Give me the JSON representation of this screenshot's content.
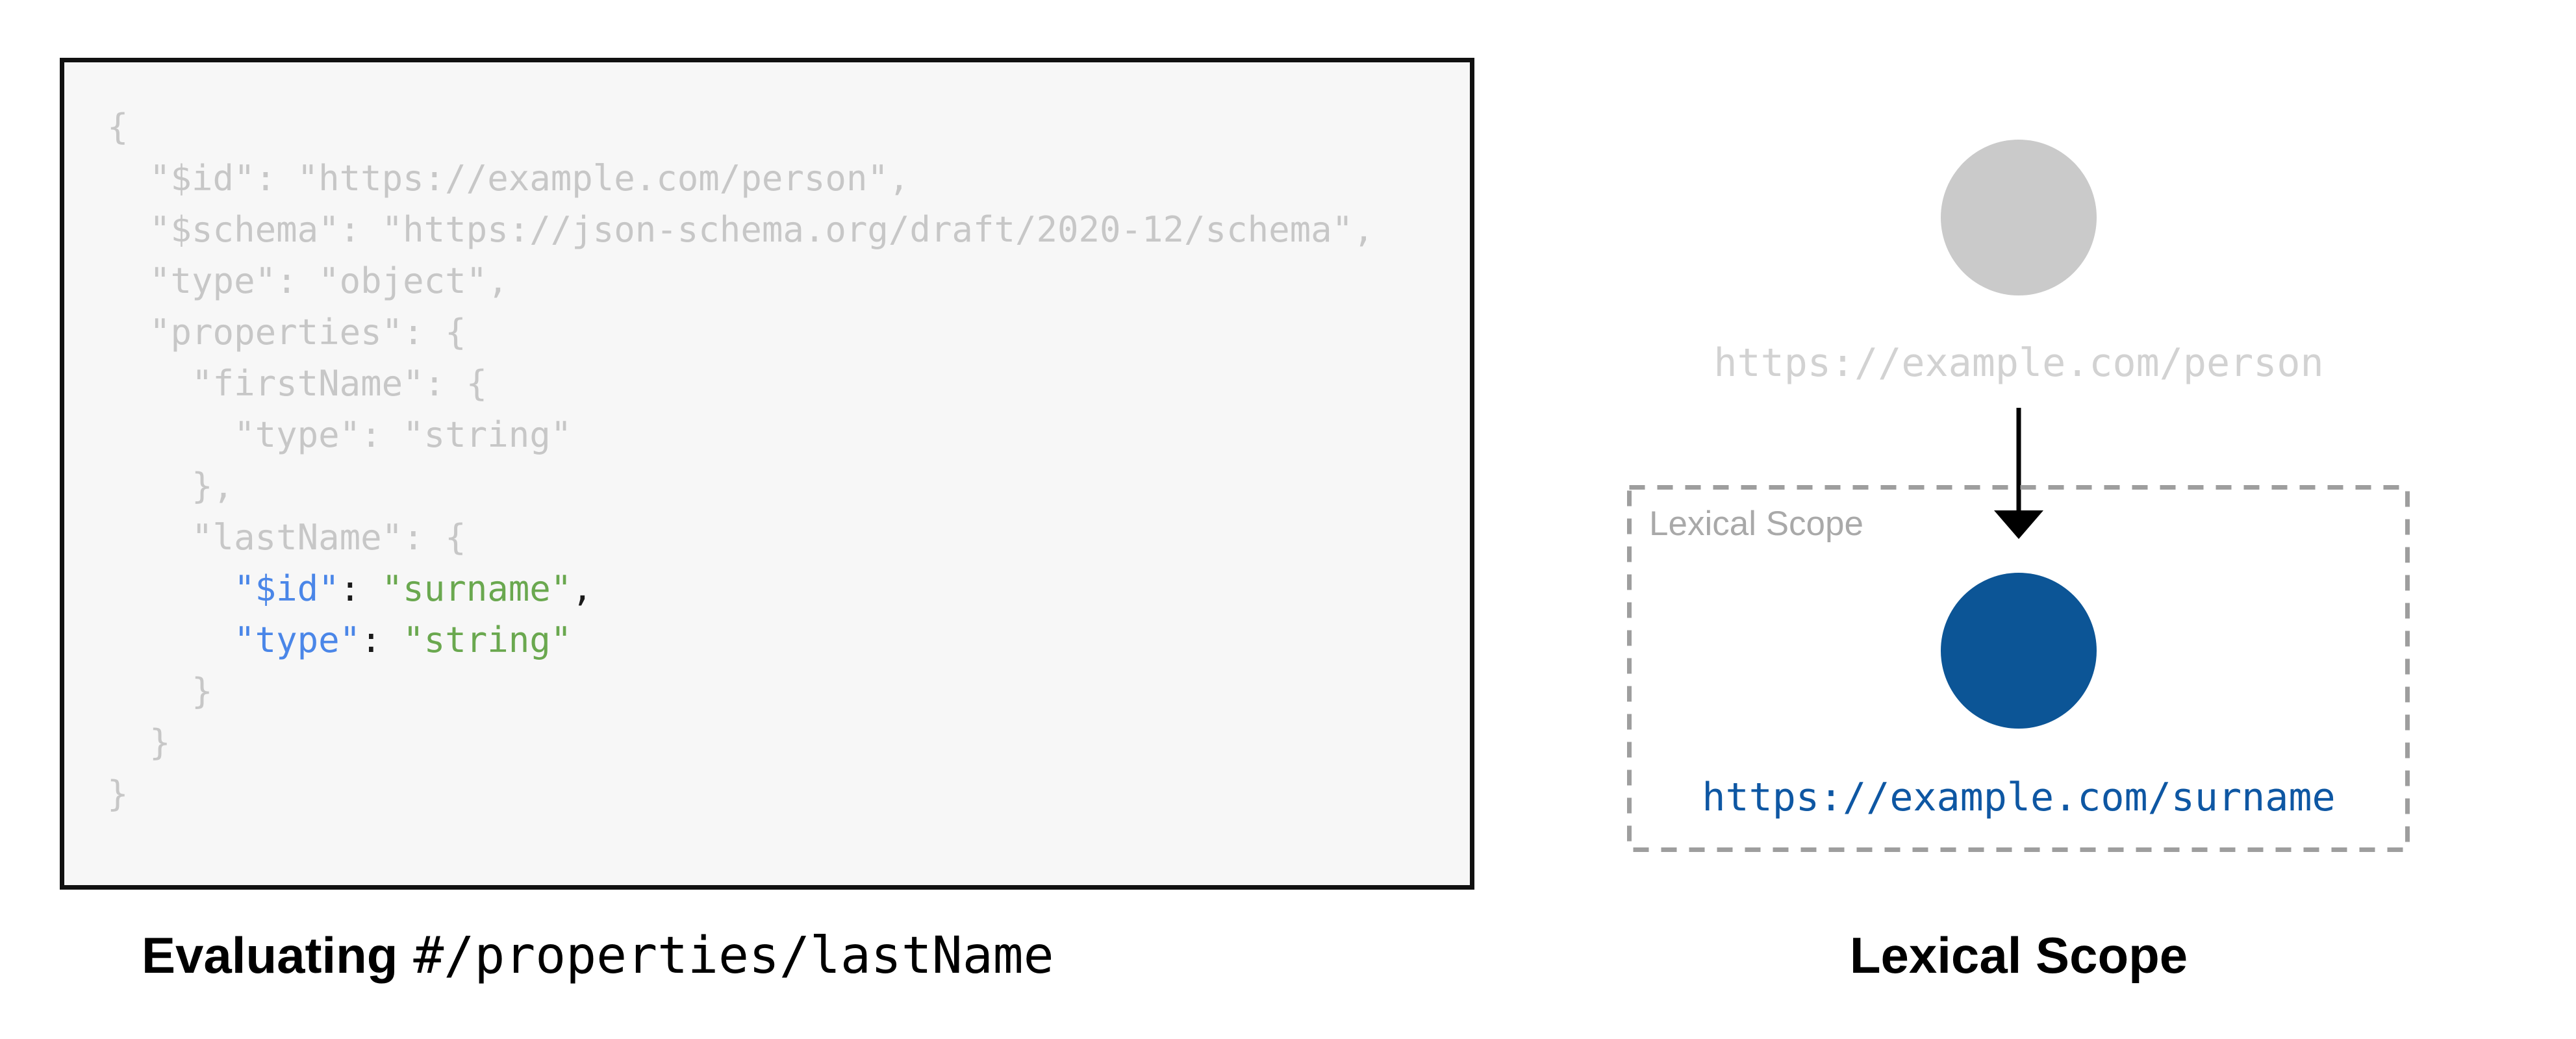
{
  "code_panel": {
    "caption": {
      "bold": "Evaluating",
      "pointer": "#/properties/lastName"
    },
    "colors": {
      "muted": "#c7c7c7",
      "key": "#4a86e8",
      "string": "#6aa84f",
      "punct": "#1a1a1a",
      "panel_bg": "#f7f7f7",
      "panel_border": "#111111"
    },
    "lines": [
      [
        {
          "t": "{",
          "c": "muted"
        }
      ],
      [
        {
          "t": "  \"$id\": \"https://example.com/person\",",
          "c": "muted"
        }
      ],
      [
        {
          "t": "  \"$schema\": \"https://json-schema.org/draft/2020-12/schema\",",
          "c": "muted"
        }
      ],
      [
        {
          "t": "  \"type\": \"object\",",
          "c": "muted"
        }
      ],
      [
        {
          "t": "  \"properties\": {",
          "c": "muted"
        }
      ],
      [
        {
          "t": "    \"firstName\": {",
          "c": "muted"
        }
      ],
      [
        {
          "t": "      \"type\": \"string\"",
          "c": "muted"
        }
      ],
      [
        {
          "t": "    },",
          "c": "muted"
        }
      ],
      [
        {
          "t": "    \"lastName\": {",
          "c": "muted"
        }
      ],
      [
        {
          "t": "      ",
          "c": "muted"
        },
        {
          "t": "\"$id\"",
          "c": "key"
        },
        {
          "t": ": ",
          "c": "punct"
        },
        {
          "t": "\"surname\"",
          "c": "string"
        },
        {
          "t": ",",
          "c": "punct"
        }
      ],
      [
        {
          "t": "      ",
          "c": "muted"
        },
        {
          "t": "\"type\"",
          "c": "key"
        },
        {
          "t": ": ",
          "c": "punct"
        },
        {
          "t": "\"string\"",
          "c": "string"
        }
      ],
      [
        {
          "t": "    }",
          "c": "muted"
        }
      ],
      [
        {
          "t": "  }",
          "c": "muted"
        }
      ],
      [
        {
          "t": "}",
          "c": "muted"
        }
      ]
    ]
  },
  "diagram_panel": {
    "parent_node": {
      "uri": "https://example.com/person",
      "circle_color": "#cacaca",
      "uri_color": "#d2d2d2"
    },
    "scope_box": {
      "label": "Lexical Scope",
      "label_color": "#a9a9a9",
      "border_color": "#9e9e9e"
    },
    "child_node": {
      "uri": "https://example.com/surname",
      "circle_color": "#0c5596",
      "uri_color": "#0e57a3"
    },
    "arrow_color": "#000000",
    "caption": "Lexical Scope"
  }
}
